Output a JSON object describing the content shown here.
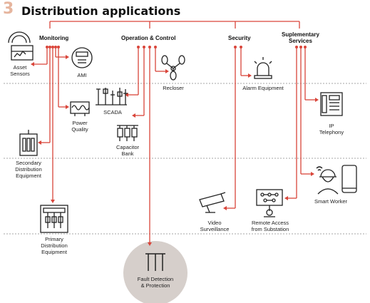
{
  "header": {
    "number": "3",
    "title": "Distribution applications"
  },
  "categories": {
    "monitoring": "Monitoring",
    "operation": "Operation & Control",
    "security": "Security",
    "supplementary_1": "Suplementary",
    "supplementary_2": "Services"
  },
  "items": {
    "asset_sensors": [
      "Asset",
      "Sensors"
    ],
    "ami": [
      "AMI"
    ],
    "power_quality": [
      "Power",
      "Quality"
    ],
    "secondary_distribution": [
      "Secondary",
      "Distribution",
      "Equipment"
    ],
    "primary_distribution": [
      "Primary",
      "Distribution",
      "Equipment"
    ],
    "scada": [
      "SCADA"
    ],
    "capacitor_bank": [
      "Capacitor",
      "Bank"
    ],
    "recloser": [
      "Recloser"
    ],
    "fault_detection": [
      "Fault Detection",
      "& Protection"
    ],
    "alarm_equipment": [
      "Alarm Equipment"
    ],
    "video_surveillance": [
      "Video",
      "Surveillance"
    ],
    "ip_telephony": [
      "IP",
      "Telephony"
    ],
    "smart_worker": [
      "Smart Worker"
    ],
    "remote_access": [
      "Remote Access",
      "from Substation"
    ]
  },
  "colors": {
    "line": "#d9453a",
    "dash": "#888888",
    "circle": "#d6cfcb",
    "number": "#e6b59e"
  }
}
